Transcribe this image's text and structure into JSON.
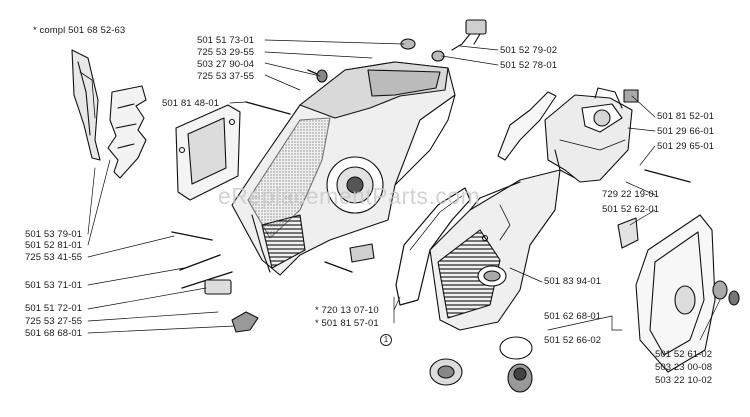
{
  "watermark": "eReplacementParts.com",
  "labels": {
    "compl": "* compl 501 68 52-63",
    "p_501_51_73_01": "501 51 73-01",
    "p_725_53_29_55": "725 53 29-55",
    "p_503_27_90_04": "503 27 90-04",
    "p_725_53_37_55": "725 53 37-55",
    "p_501_81_48_01": "501 81 48-01",
    "p_501_52_79_02": "501 52 79-02",
    "p_501_52_78_01": "501 52 78-01",
    "p_501_81_52_01": "501 81 52-01",
    "p_501_29_66_01": "501 29 66-01",
    "p_501_29_65_01": "501 29 65-01",
    "p_729_22_19_01": "729 22 19-01",
    "p_501_52_62_01": "501 52 62-01",
    "p_501_53_79_01": "501 53 79-01",
    "p_501_52_81_01": "501 52 81-01",
    "p_725_53_41_55": "725 53 41-55",
    "p_501_53_71_01": "501 53 71-01",
    "p_501_51_72_01": "501 51 72-01",
    "p_725_53_27_55": "725 53 27-55",
    "p_501_68_68_01": "501 68 68-01",
    "p_720_13_07_10": "* 720 13 07-10",
    "p_501_81_57_01": "* 501 81 57-01",
    "p_501_83_94_01": "501 83 94-01",
    "p_501_62_68_01": "501 62 68-01",
    "p_501_52_66_02": "501 52 66-02",
    "p_501_52_61_02": "501 52 61-02",
    "p_503_23_00_08": "503 23 00-08",
    "p_503_22_10_02": "503 22 10-02",
    "callout": "1"
  }
}
